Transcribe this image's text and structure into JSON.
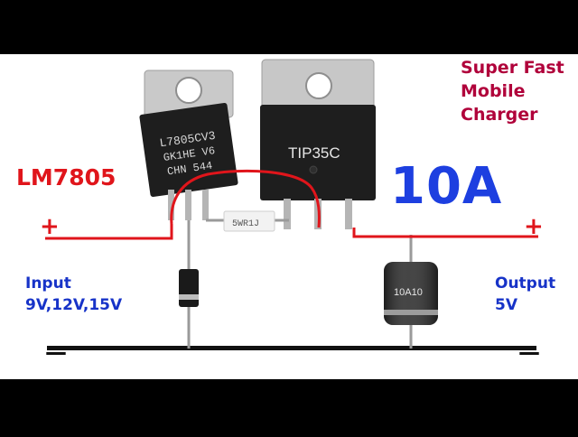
{
  "title": {
    "line1": "Super Fast",
    "line2": "Mobile",
    "line3": "Charger"
  },
  "regulator": {
    "label": "LM7805",
    "marking1": "L7805CV3",
    "marking2": "GK1HE V6",
    "marking3": "CHN 544"
  },
  "transistor": {
    "label": "TIP35C"
  },
  "current_label": "10A",
  "resistor": {
    "label": "5WR1J"
  },
  "output_diode": {
    "label": "10A10"
  },
  "input": {
    "label": "Input",
    "voltages": "9V,12V,15V"
  },
  "output": {
    "label": "Output",
    "voltage": "5V"
  },
  "terminals": {
    "positive": "+",
    "negative": "—"
  },
  "colors": {
    "wire_positive": "#e0151b",
    "wire_ground": "#111111",
    "title": "#b0003a",
    "text_blue": "#1d3fe0"
  }
}
